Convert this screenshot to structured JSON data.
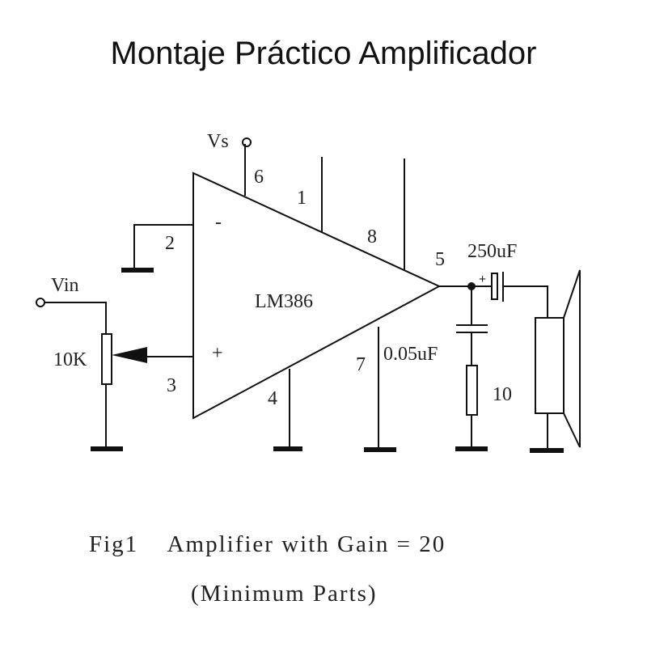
{
  "title": "Montaje Práctico Amplificador",
  "circuit": {
    "ic": "LM386",
    "supply_label": "Vs",
    "input_label": "Vin",
    "pot_label": "10K",
    "inverting_sign": "-",
    "noninverting_sign": "+",
    "pins": {
      "p1": "1",
      "p2": "2",
      "p3": "3",
      "p4": "4",
      "p5": "5",
      "p6": "6",
      "p7": "7",
      "p8": "8"
    },
    "output_cap_label": "250uF",
    "output_cap_polarity": "+",
    "zobel_cap_label": "0.05uF",
    "zobel_res_label": "10"
  },
  "caption": {
    "line1": "Fig1    Amplifier with Gain = 20",
    "line2": "(Minimum Parts)"
  }
}
